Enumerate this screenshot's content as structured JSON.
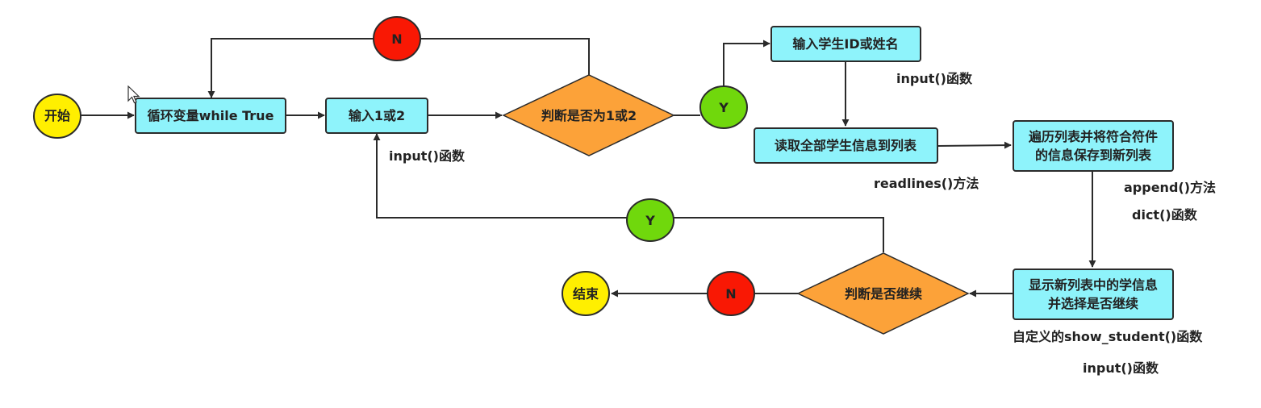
{
  "colors": {
    "start_end": "#ffef00",
    "process": "#8ef3fb",
    "decision": "#fca239",
    "yes": "#70d80c",
    "no": "#f91804",
    "line": "#2b2b2b"
  },
  "nodes": {
    "start": "开始",
    "loop": "循环变量while True",
    "input12": "输入1或2",
    "check12": "判断是否为1或2",
    "n_top": "N",
    "y_right": "Y",
    "input_id": "输入学生ID或姓名",
    "read_all": "读取全部学生信息到列表",
    "traverse_l1": "遍历列表并将符合符件",
    "traverse_l2": "的信息保存到新列表",
    "show_l1": "显示新列表中的学信息",
    "show_l2": "并选择是否继续",
    "check_continue": "判断是否继续",
    "y_back": "Y",
    "n_end": "N",
    "end": "结束"
  },
  "annotations": {
    "input_fn_1": "input()函数",
    "input_fn_2": "input()函数",
    "readlines": "readlines()方法",
    "append": "append()方法",
    "dict": "dict()函数",
    "show_student": "自定义的show_student()函数",
    "input_fn_3": "input()函数"
  }
}
